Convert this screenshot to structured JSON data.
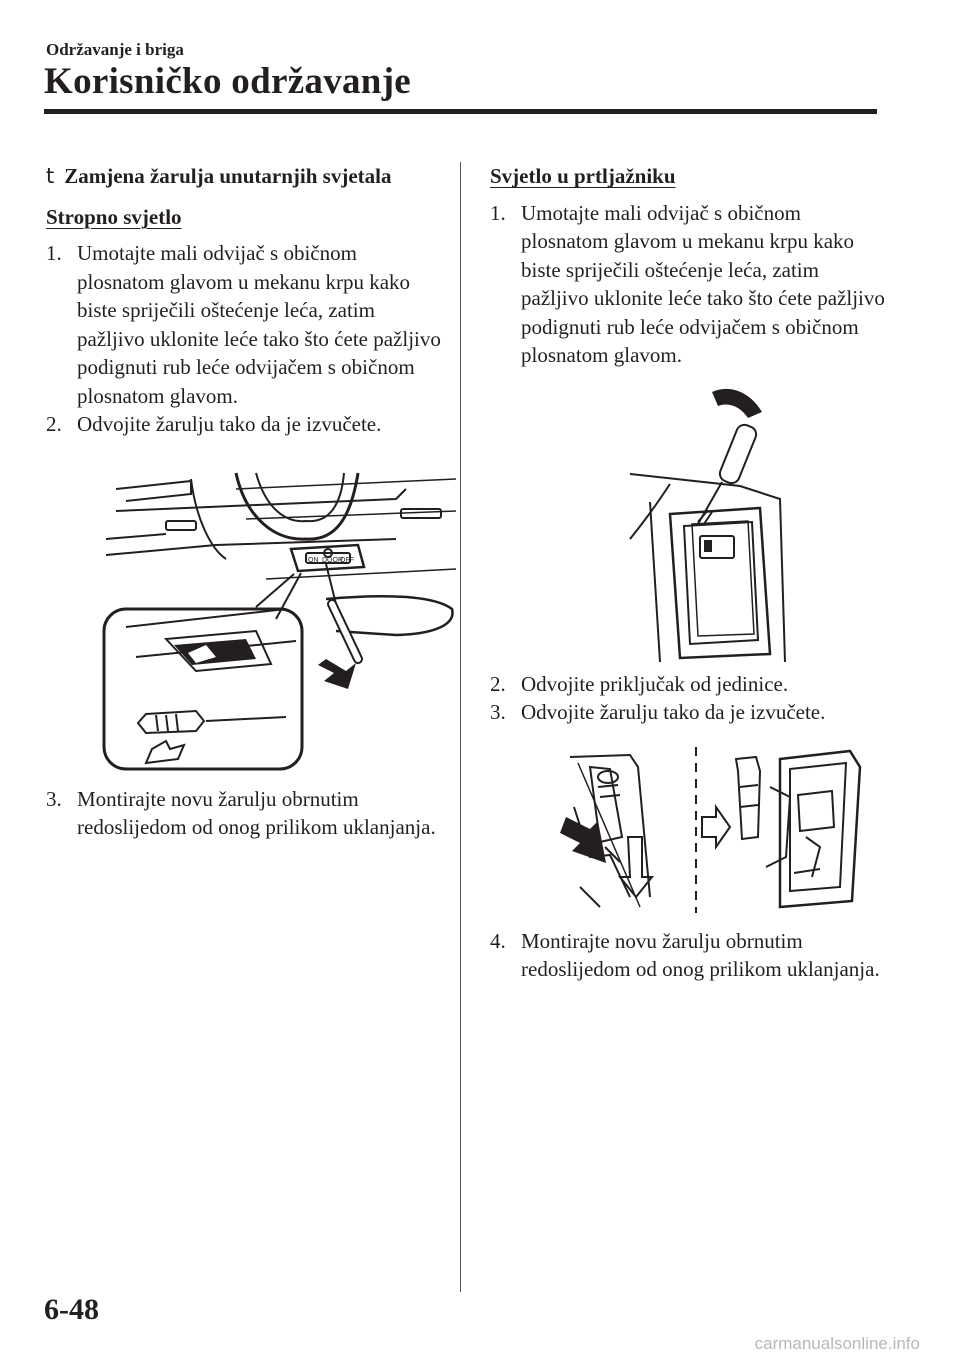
{
  "header": {
    "section": "Održavanje i briga",
    "title": "Korisničko održavanje"
  },
  "left": {
    "marker": "t",
    "heading": "Zamjena žarulja unutarnjih svjetala",
    "subheading": "Stropno svjetlo",
    "steps_a": [
      {
        "num": "1.",
        "text": "Umotajte mali odvijač s običnom plosnatom glavom u mekanu krpu kako biste spriječili oštećenje leća, zatim pažljivo uklonite leće tako što ćete pažljivo podignuti rub leće odvijačem s običnom plosnatom glavom."
      },
      {
        "num": "2.",
        "text": "Odvojite žarulju tako da je izvučete."
      }
    ],
    "steps_b": [
      {
        "num": "3.",
        "text": "Montirajte novu žarulju obrnutim redoslijedom od onog prilikom uklanjanja."
      }
    ],
    "figure_labels": {
      "sw_on": "ON",
      "sw_door": "DOOR",
      "sw_off": "OFF"
    }
  },
  "right": {
    "subheading": "Svjetlo u prtljažniku",
    "steps_a": [
      {
        "num": "1.",
        "text": "Umotajte mali odvijač s običnom plosnatom glavom u mekanu krpu kako biste spriječili oštećenje leća, zatim pažljivo uklonite leće tako što ćete pažljivo podignuti rub leće odvijačem s običnom plosnatom glavom."
      }
    ],
    "steps_b": [
      {
        "num": "2.",
        "text": "Odvojite priključak od jedinice."
      },
      {
        "num": "3.",
        "text": "Odvojite žarulju tako da je izvučete."
      }
    ],
    "steps_c": [
      {
        "num": "4.",
        "text": "Montirajte novu žarulju obrnutim redoslijedom od onog prilikom uklanjanja."
      }
    ]
  },
  "footer": {
    "page_number": "6-48",
    "watermark": "carmanualsonline.info"
  }
}
